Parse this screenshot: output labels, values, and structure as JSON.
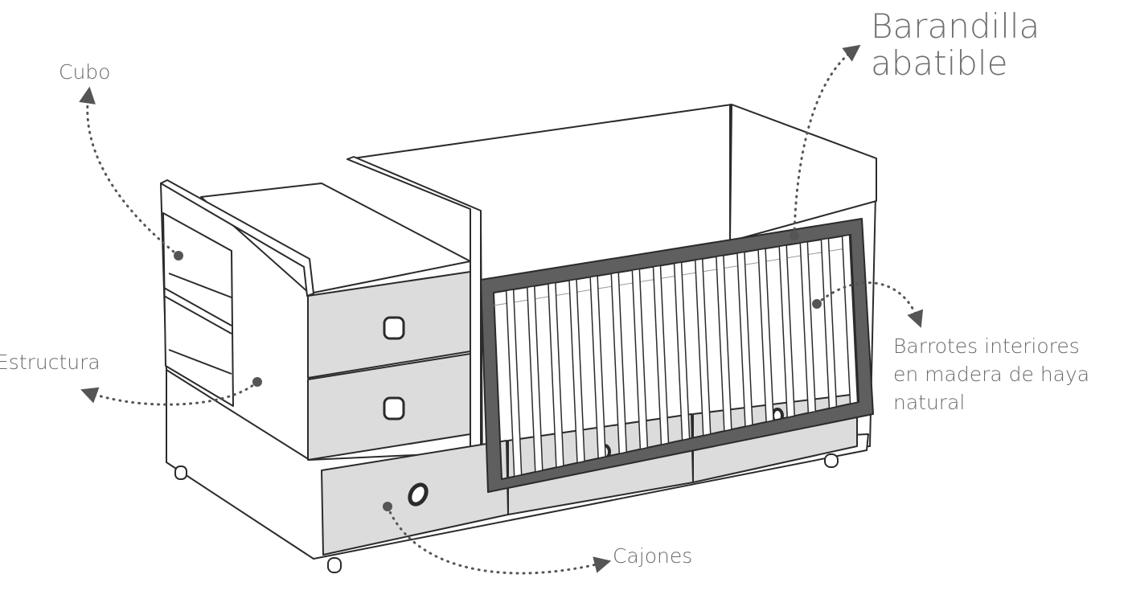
{
  "labels": {
    "cubo": "Cubo",
    "estructura": "Estructura",
    "barandilla_line1": "Barandilla",
    "barandilla_line2": "abatible",
    "barrotes_line1": "Barrotes interiores",
    "barrotes_line2": "en madera de haya",
    "barrotes_line3": "natural",
    "cajones": "Cajones"
  },
  "colors": {
    "outline": "#2b2b2b",
    "drawer_fill": "#dcdcdc",
    "rail": "#5f5f5f",
    "label": "#6a6a6a",
    "pointer": "#555555"
  }
}
